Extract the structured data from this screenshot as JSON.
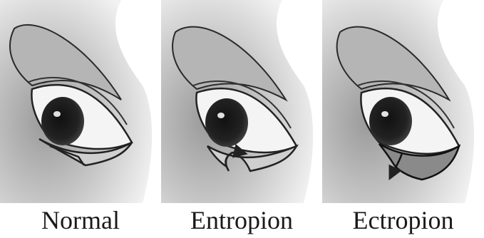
{
  "panels": [
    {
      "caption": "Normal"
    },
    {
      "caption": "Entropion"
    },
    {
      "caption": "Ectropion"
    }
  ],
  "colors": {
    "background": "#ffffff",
    "ink": "#1a1a1a",
    "shade": "#6b6b6b",
    "skin": "#d9d9d9"
  }
}
